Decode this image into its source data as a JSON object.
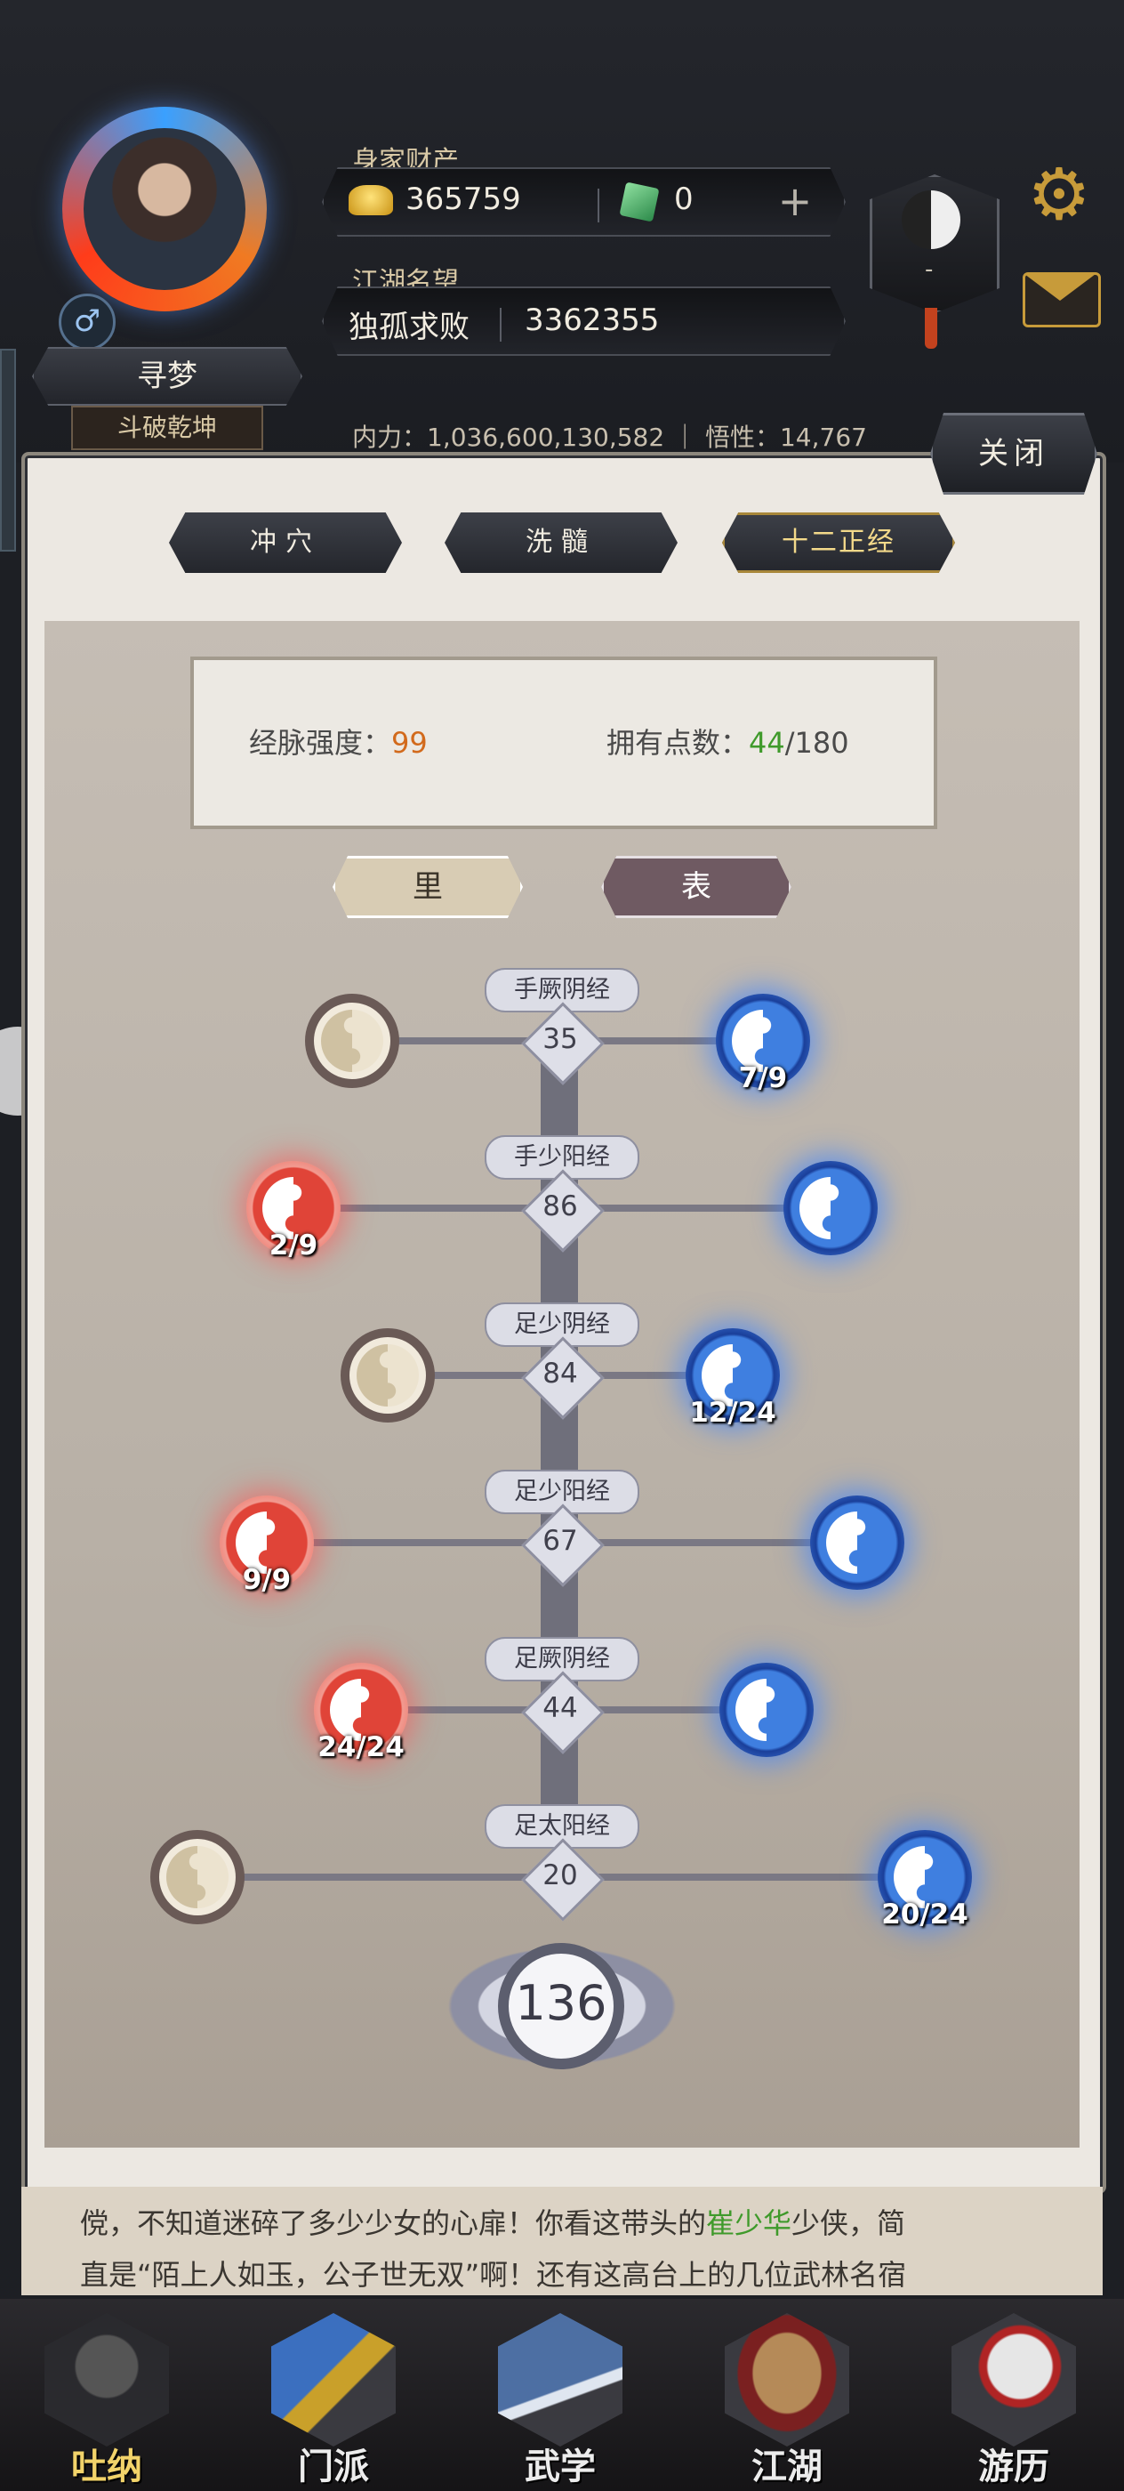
{
  "header": {
    "wealth_label": "身家财产",
    "gold_value": "365759",
    "jade_value": "0",
    "plus_symbol": "+",
    "fame_label": "江湖名望",
    "fame_title": "独孤求败",
    "fame_value": "3362355",
    "player_name": "寻梦",
    "player_title": "斗破乾坤",
    "gender_symbol": "♂",
    "taiji_badge_text": "-",
    "stats_line": "内力：1,036,600,130,582 ｜ 悟性：14,767",
    "icons": [
      "gold-ingot-icon",
      "jade-icon",
      "gear-icon",
      "mail-icon",
      "taiji-icon"
    ]
  },
  "panel": {
    "close_label": "关闭",
    "tabs": [
      "冲穴",
      "洗髓",
      "十二正经"
    ],
    "active_tab": "十二正经",
    "meridian_strength_label": "经脉强度：",
    "meridian_strength_value": "99",
    "points_label": "拥有点数：",
    "points_current": "44",
    "points_total": "/180",
    "toggle_li": "里",
    "toggle_biao": "表",
    "active_toggle": "表",
    "colors": {
      "accent_orange": "#d26a1c",
      "accent_green": "#3f9a2b",
      "red_node": "#e04438",
      "blue_node": "#3f7fe0"
    }
  },
  "meridians": [
    {
      "name": "手厥阴经",
      "value": "35",
      "left": {
        "color": "beige",
        "count": ""
      },
      "right": {
        "color": "blue",
        "count": "7/9"
      }
    },
    {
      "name": "手少阳经",
      "value": "86",
      "left": {
        "color": "red",
        "count": "2/9"
      },
      "right": {
        "color": "blue",
        "count": ""
      }
    },
    {
      "name": "足少阴经",
      "value": "84",
      "left": {
        "color": "beige",
        "count": ""
      },
      "right": {
        "color": "blue",
        "count": "12/24"
      }
    },
    {
      "name": "足少阳经",
      "value": "67",
      "left": {
        "color": "red",
        "count": "9/9"
      },
      "right": {
        "color": "blue",
        "count": ""
      }
    },
    {
      "name": "足厥阴经",
      "value": "44",
      "left": {
        "color": "red",
        "count": "24/24"
      },
      "right": {
        "color": "blue",
        "count": ""
      }
    },
    {
      "name": "足太阳经",
      "value": "20",
      "left": {
        "color": "beige",
        "count": ""
      },
      "right": {
        "color": "blue",
        "count": "20/24"
      }
    }
  ],
  "total_value": "136",
  "story": {
    "line1_pre": "傥，不知道迷碎了多少少女的心扉！你看这带头的",
    "line1_name": "崔少华",
    "line1_post": "少侠，简",
    "line2": "直是“陌上人如玉，公子世无双”啊！还有这高台上的几位武林名宿"
  },
  "bottom_nav": [
    {
      "label": "吐纳",
      "icon": "meditation-icon"
    },
    {
      "label": "门派",
      "icon": "sect-flags-icon"
    },
    {
      "label": "武学",
      "icon": "scrolls-icon"
    },
    {
      "label": "江湖",
      "icon": "straw-hat-icon"
    },
    {
      "label": "游历",
      "icon": "horse-icon"
    }
  ]
}
